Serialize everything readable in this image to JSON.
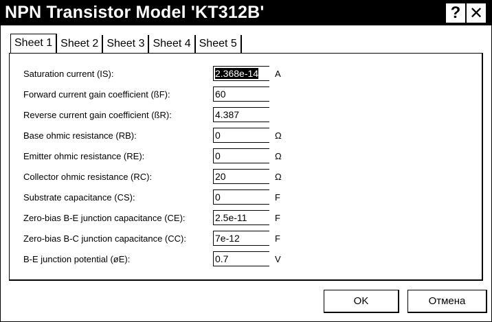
{
  "window": {
    "title": "NPN Transistor Model 'KT312B'",
    "help_label": "?",
    "close_label": "✕"
  },
  "tabs": [
    {
      "label": "Sheet 1",
      "active": true
    },
    {
      "label": "Sheet 2",
      "active": false
    },
    {
      "label": "Sheet 3",
      "active": false
    },
    {
      "label": "Sheet 4",
      "active": false
    },
    {
      "label": "Sheet 5",
      "active": false
    }
  ],
  "params": [
    {
      "label": "Saturation current (IS):",
      "value": "2.368e-14",
      "unit": "A",
      "selected": true
    },
    {
      "label": "Forward current gain coefficient (ßF):",
      "value": "60",
      "unit": ""
    },
    {
      "label": "Reverse current gain coefficient (ßR):",
      "value": "4.387",
      "unit": ""
    },
    {
      "label": "Base ohmic resistance (RB):",
      "value": "0",
      "unit": "Ω"
    },
    {
      "label": "Emitter ohmic resistance (RE):",
      "value": "0",
      "unit": "Ω"
    },
    {
      "label": "Collector ohmic resistance (RC):",
      "value": "20",
      "unit": "Ω"
    },
    {
      "label": "Substrate capacitance (CS):",
      "value": "0",
      "unit": "F"
    },
    {
      "label": "Zero-bias B-E junction capacitance (CE):",
      "value": "2.5e-11",
      "unit": "F"
    },
    {
      "label": "Zero-bias B-C junction capacitance (CC):",
      "value": "7e-12",
      "unit": "F"
    },
    {
      "label": "B-E junction potential (øE):",
      "value": "0.7",
      "unit": "V"
    }
  ],
  "buttons": {
    "ok_label": "OK",
    "cancel_label": "Отмена"
  }
}
